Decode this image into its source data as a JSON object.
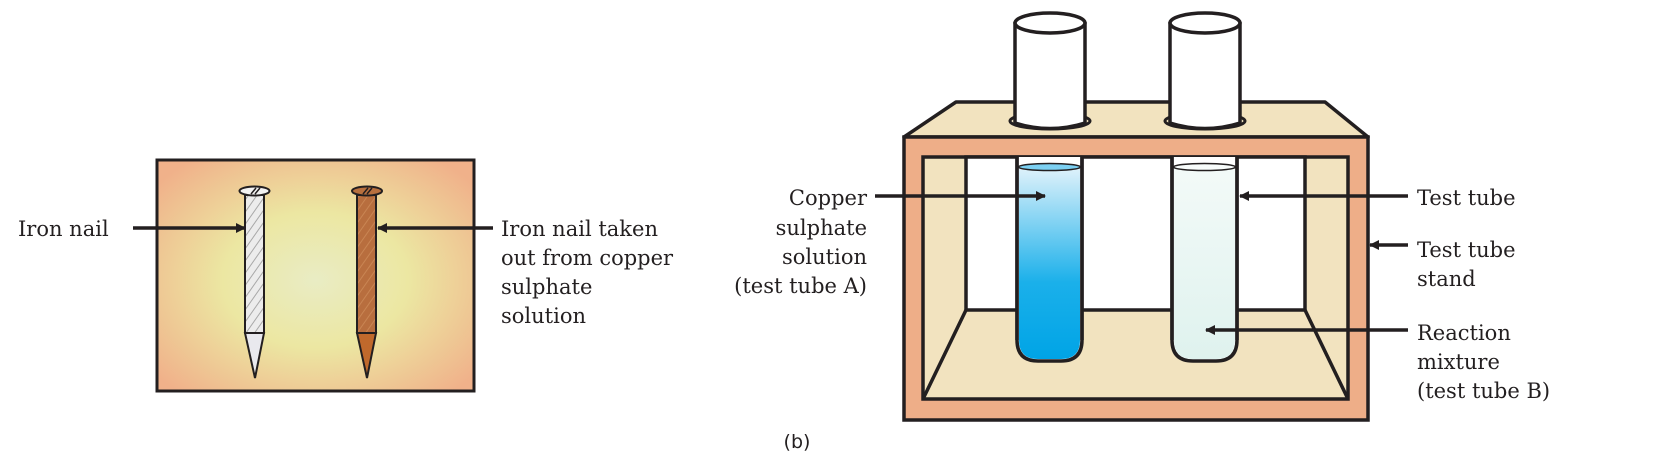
{
  "figure_a": {
    "labels": {
      "iron_nail": "Iron nail",
      "treated_nail": [
        "Iron nail taken",
        "out from copper",
        "sulphate",
        "solution"
      ]
    },
    "colors": {
      "background_center": "#eaecc0",
      "background_edge": "#f0b58a",
      "iron": "#e6e6e6",
      "copper_coated": "#b86e3c"
    }
  },
  "figure_b": {
    "caption": "(b)",
    "labels": {
      "copper_sulphate": [
        "Copper",
        "sulphate",
        "solution",
        "(test tube A)"
      ],
      "test_tube": [
        "Test tube"
      ],
      "stand": [
        "Test tube",
        "stand"
      ],
      "reaction_mixture": [
        "Reaction",
        "mixture",
        "(test tube B)"
      ]
    },
    "colors": {
      "stand_frame": "#eeae88",
      "stand_top": "#f2e3bf",
      "solution_a_top": "#d8eefa",
      "solution_a_bottom": "#00a6e8",
      "solution_b": "#e2f3ef",
      "outline": "#231f20"
    }
  }
}
